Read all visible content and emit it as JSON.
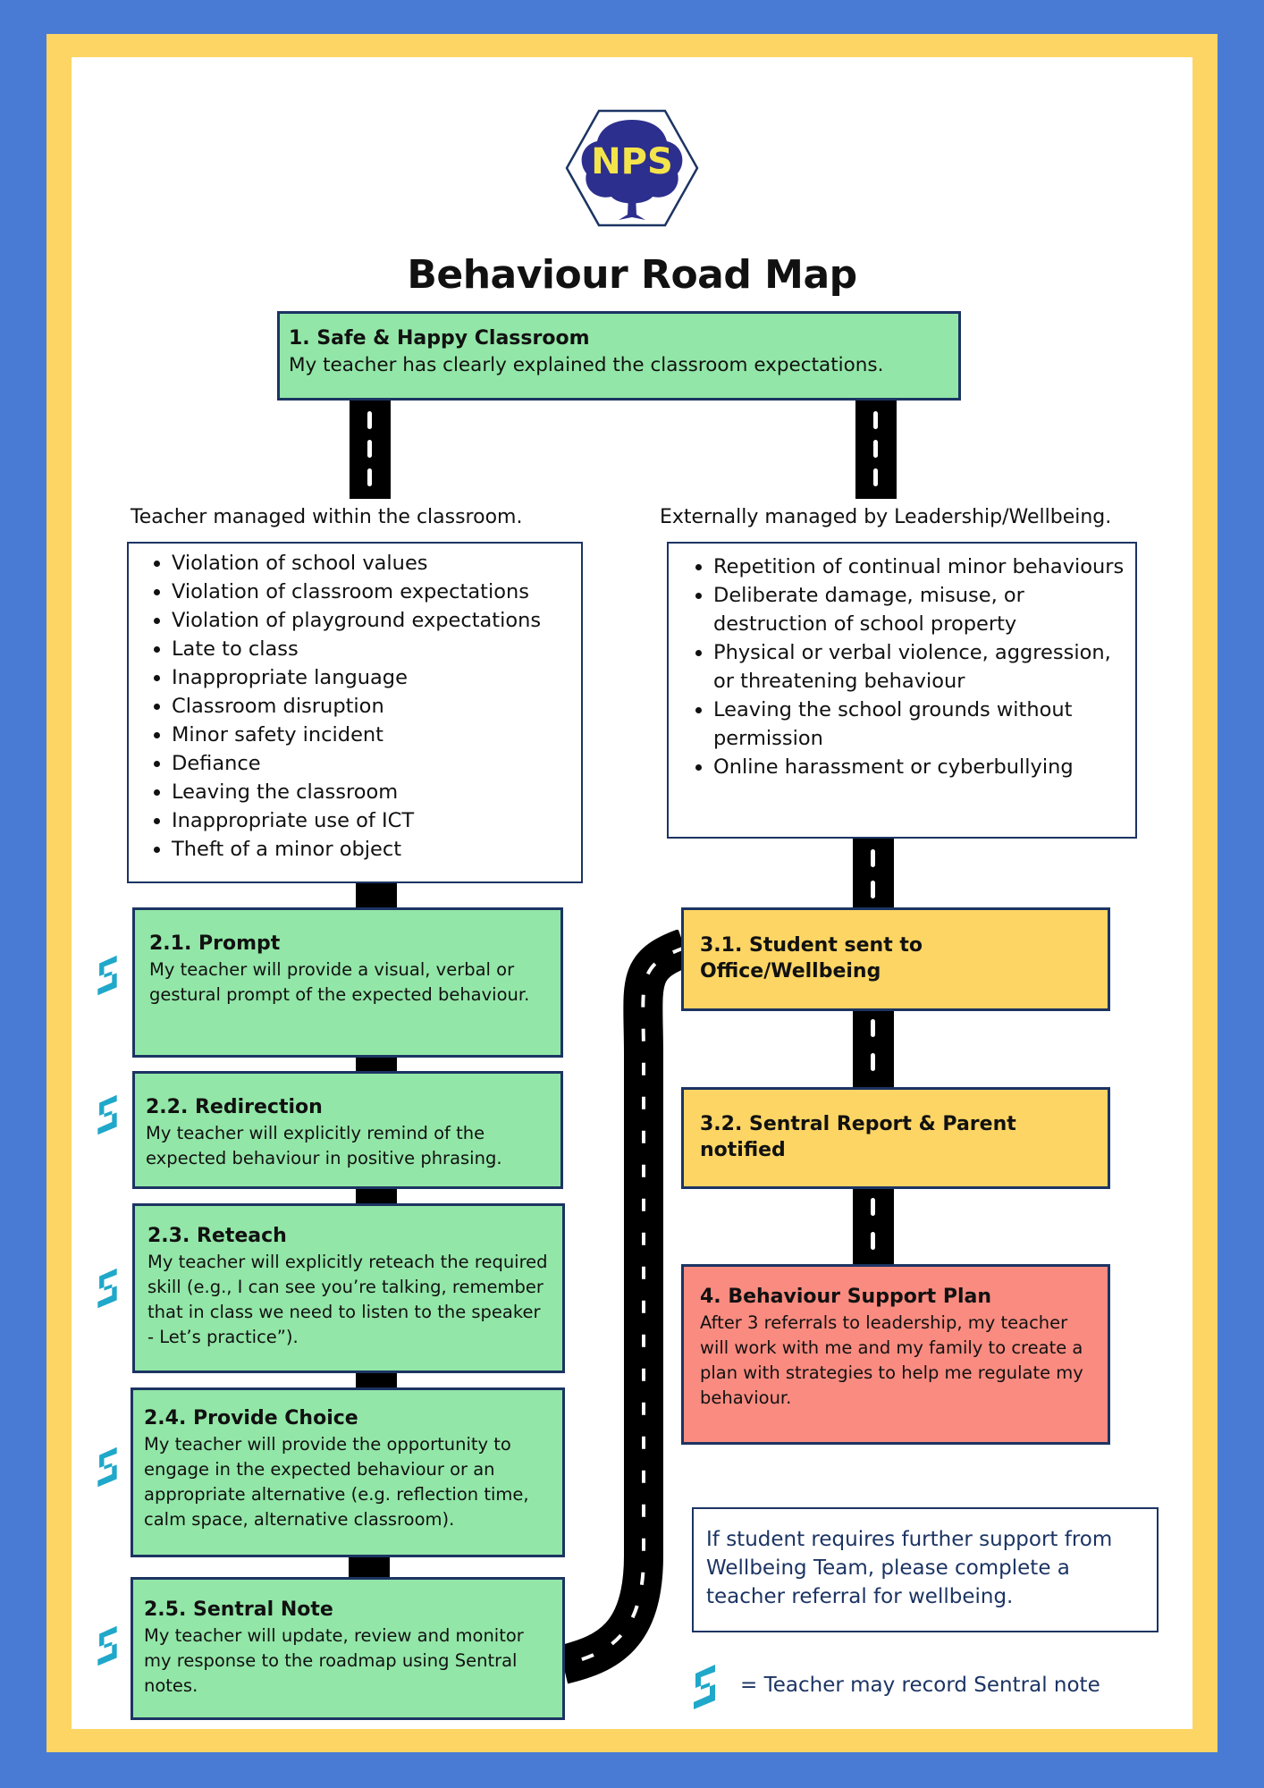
{
  "logo": {
    "text": "NPS"
  },
  "title": "Behaviour Road Map",
  "step1": {
    "heading": "1. Safe & Happy Classroom",
    "text": "My teacher has clearly explained the classroom expectations."
  },
  "left_column": {
    "heading": "Teacher managed within the classroom.",
    "items": [
      "Violation of school values",
      "Violation of classroom expectations",
      "Violation of playground expectations",
      "Late to class",
      "Inappropriate language",
      "Classroom disruption",
      "Minor safety incident",
      "Defiance",
      "Leaving the classroom",
      "Inappropriate use of ICT",
      "Theft of a minor object"
    ]
  },
  "right_column": {
    "heading": "Externally managed by Leadership/Wellbeing.",
    "items": [
      "Repetition of continual minor behaviours",
      "Deliberate damage, misuse, or destruction of school property",
      "Physical or verbal violence, aggression, or threatening behaviour",
      "Leaving the school grounds without permission",
      "Online harassment or cyberbullying"
    ]
  },
  "steps_left": [
    {
      "heading": "2.1. Prompt",
      "text": "My teacher will provide a visual, verbal or gestural prompt of the expected behaviour."
    },
    {
      "heading": "2.2. Redirection",
      "text": "My teacher will explicitly remind of the expected behaviour in positive phrasing."
    },
    {
      "heading": "2.3. Reteach",
      "text": "My teacher will explicitly reteach the required skill (e.g., I can see you’re talking, remember that in class we need to listen to the speaker - Let’s practice”)."
    },
    {
      "heading": "2.4. Provide Choice",
      "text": "My teacher will provide the opportunity to engage in the expected behaviour or an appropriate alternative (e.g. reflection time, calm space, alternative classroom)."
    },
    {
      "heading": "2.5. Sentral Note",
      "text": "My teacher will update, review and monitor my response to the roadmap using Sentral notes."
    }
  ],
  "steps_right": [
    {
      "heading": "3.1. Student sent to Office/Wellbeing"
    },
    {
      "heading": "3.2. Sentral Report & Parent notified"
    },
    {
      "heading": "4. Behaviour Support Plan",
      "text": "After 3 referrals to leadership, my teacher will work with me and my family to create a plan with strategies to help me regulate my behaviour."
    }
  ],
  "note": {
    "text": "If student requires further support from Wellbeing Team, please complete a teacher referral for wellbeing."
  },
  "legend": {
    "text": "= Teacher may record Sentral note"
  },
  "icons": {
    "sentral": "sentral-s-icon"
  },
  "colors": {
    "background": "#4a7bd4",
    "frame": "#fdd564",
    "green": "#92e6a7",
    "yellow": "#fdd564",
    "red": "#f98b80",
    "border": "#1c3463",
    "icon": "#1fa8c9"
  }
}
